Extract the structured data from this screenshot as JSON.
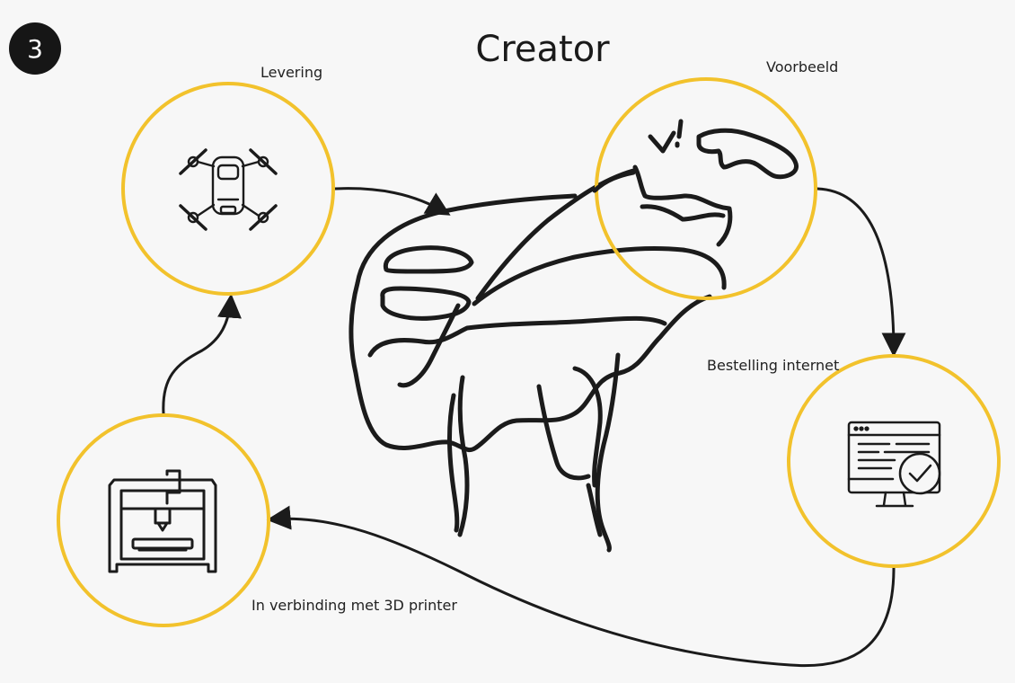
{
  "step": {
    "number": "3"
  },
  "title": "Creator",
  "nodes": {
    "levering": {
      "label": "Levering",
      "icon": "drone-icon"
    },
    "voorbeeld": {
      "label": "Voorbeeld",
      "icon": "sketch-preview-icon"
    },
    "bestelling": {
      "label": "Bestelling internet",
      "icon": "web-order-approved-icon"
    },
    "printer": {
      "label": "In verbinding met 3D printer",
      "icon": "3d-printer-icon"
    }
  },
  "colors": {
    "circle_stroke": "#f2c22c",
    "ink": "#1b1b1b",
    "background": "#f7f7f7",
    "badge": "#161616"
  }
}
